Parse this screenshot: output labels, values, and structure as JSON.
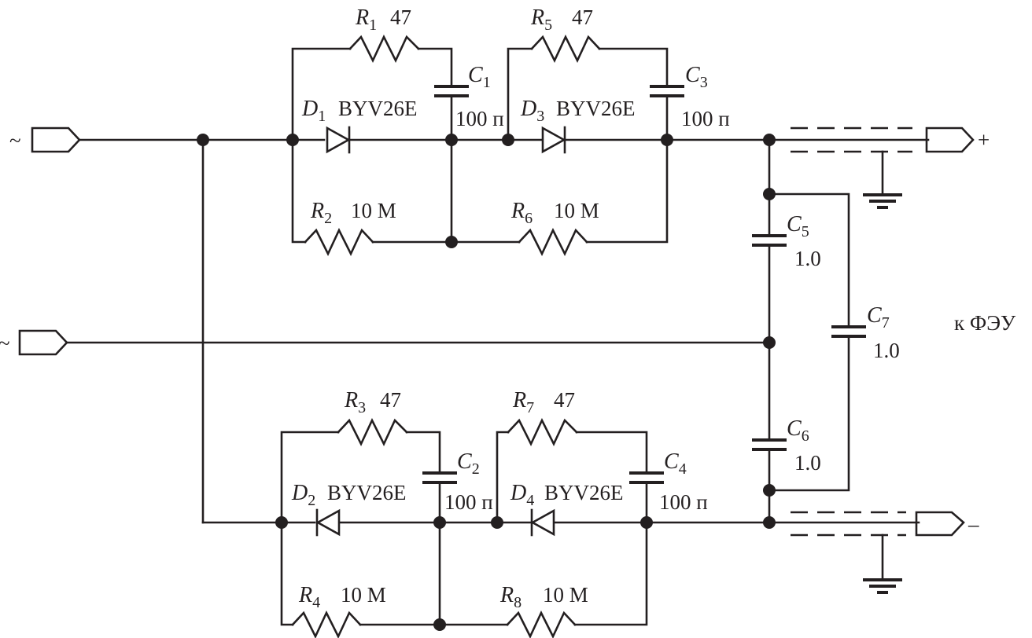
{
  "diagram": {
    "type": "circuit-schematic",
    "inputs": [
      {
        "id": "in1",
        "symbol": "~"
      },
      {
        "id": "in2",
        "symbol": "~"
      }
    ],
    "outputs": [
      {
        "id": "out_pos",
        "symbol": "+"
      },
      {
        "id": "out_neg",
        "symbol": "–"
      }
    ],
    "output_label": "к ФЭУ",
    "resistors": [
      {
        "id": "R1",
        "letter": "R",
        "sub": "1",
        "value": "47"
      },
      {
        "id": "R2",
        "letter": "R",
        "sub": "2",
        "value": "10 М"
      },
      {
        "id": "R3",
        "letter": "R",
        "sub": "3",
        "value": "47"
      },
      {
        "id": "R4",
        "letter": "R",
        "sub": "4",
        "value": "10 М"
      },
      {
        "id": "R5",
        "letter": "R",
        "sub": "5",
        "value": "47"
      },
      {
        "id": "R6",
        "letter": "R",
        "sub": "6",
        "value": "10 М"
      },
      {
        "id": "R7",
        "letter": "R",
        "sub": "7",
        "value": "47"
      },
      {
        "id": "R8",
        "letter": "R",
        "sub": "8",
        "value": "10 М"
      }
    ],
    "capacitors": [
      {
        "id": "C1",
        "letter": "C",
        "sub": "1",
        "value": "100 п"
      },
      {
        "id": "C2",
        "letter": "C",
        "sub": "2",
        "value": "100 п"
      },
      {
        "id": "C3",
        "letter": "C",
        "sub": "3",
        "value": "100 п"
      },
      {
        "id": "C4",
        "letter": "C",
        "sub": "4",
        "value": "100 п"
      },
      {
        "id": "C5",
        "letter": "C",
        "sub": "5",
        "value": "1.0"
      },
      {
        "id": "C6",
        "letter": "C",
        "sub": "6",
        "value": "1.0"
      },
      {
        "id": "C7",
        "letter": "C",
        "sub": "7",
        "value": "1.0"
      }
    ],
    "diodes": [
      {
        "id": "D1",
        "letter": "D",
        "sub": "1",
        "value": "BYV26E"
      },
      {
        "id": "D2",
        "letter": "D",
        "sub": "2",
        "value": "BYV26E"
      },
      {
        "id": "D3",
        "letter": "D",
        "sub": "3",
        "value": "BYV26E"
      },
      {
        "id": "D4",
        "letter": "D",
        "sub": "4",
        "value": "BYV26E"
      }
    ]
  }
}
